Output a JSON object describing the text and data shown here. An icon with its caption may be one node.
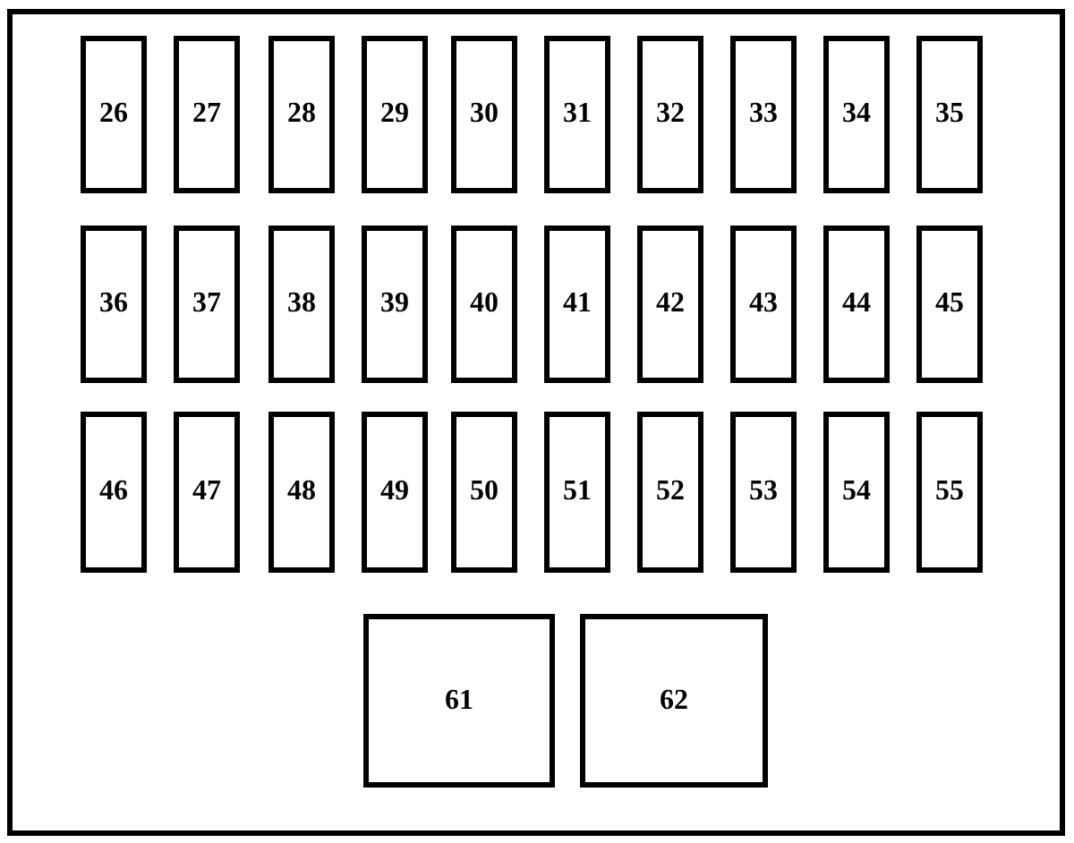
{
  "diagram": {
    "nodes": [
      {
        "text": [],
        "shape": "box"
      },
      {
        "text": [
          "26"
        ],
        "in": 0
      },
      {
        "text": [
          "27"
        ],
        "in": 0
      },
      {
        "text": [
          "28"
        ],
        "in": 0
      },
      {
        "text": [
          "29"
        ],
        "in": 0
      },
      {
        "text": [
          "30"
        ],
        "in": 0
      },
      {
        "text": [
          "31"
        ],
        "in": 0
      },
      {
        "text": [
          "32"
        ],
        "in": 0
      },
      {
        "text": [
          "33"
        ],
        "in": 0
      },
      {
        "text": [
          "34"
        ],
        "in": 0
      },
      {
        "text": [
          "35"
        ],
        "in": 0
      },
      {
        "text": [
          "36"
        ],
        "in": 0
      },
      {
        "text": [
          "37"
        ],
        "in": 0
      },
      {
        "text": [
          "38"
        ],
        "in": 0
      },
      {
        "text": [
          "39"
        ],
        "in": 0
      },
      {
        "text": [
          "40"
        ],
        "in": 0
      },
      {
        "text": [
          "41"
        ],
        "in": 0
      },
      {
        "text": [
          "42"
        ],
        "in": 0
      },
      {
        "text": [
          "43"
        ],
        "in": 0
      },
      {
        "text": [
          "44"
        ],
        "in": 0
      },
      {
        "text": [
          "45"
        ],
        "in": 0
      },
      {
        "text": [
          "46"
        ],
        "in": 0
      },
      {
        "text": [
          "47"
        ],
        "in": 0
      },
      {
        "text": [
          "48"
        ],
        "in": 0
      },
      {
        "text": [
          "49"
        ],
        "in": 0
      },
      {
        "text": [
          "50"
        ],
        "in": 0
      },
      {
        "text": [
          "51"
        ],
        "in": 0
      },
      {
        "text": [
          "52"
        ],
        "in": 0
      },
      {
        "text": [
          "53"
        ],
        "in": 0
      },
      {
        "text": [
          "54"
        ],
        "in": 0
      },
      {
        "text": [
          "55"
        ],
        "in": 0
      },
      {
        "text": [
          "61"
        ],
        "in": 0
      },
      {
        "text": [
          "62"
        ],
        "in": 0
      }
    ]
  }
}
